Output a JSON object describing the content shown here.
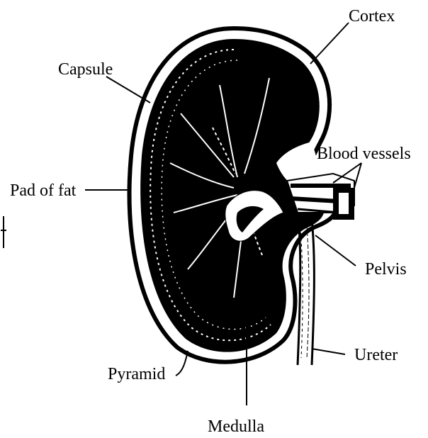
{
  "diagram": {
    "labels": {
      "cortex": "Cortex",
      "capsule": "Capsule",
      "blood_vessels": "Blood vessels",
      "pad_of_fat": "Pad of fat",
      "pelvis": "Pelvis",
      "ureter": "Ureter",
      "pyramid": "Pyramid",
      "medulla": "Medulla"
    },
    "colors": {
      "ink": "#000000",
      "background": "#ffffff"
    }
  }
}
